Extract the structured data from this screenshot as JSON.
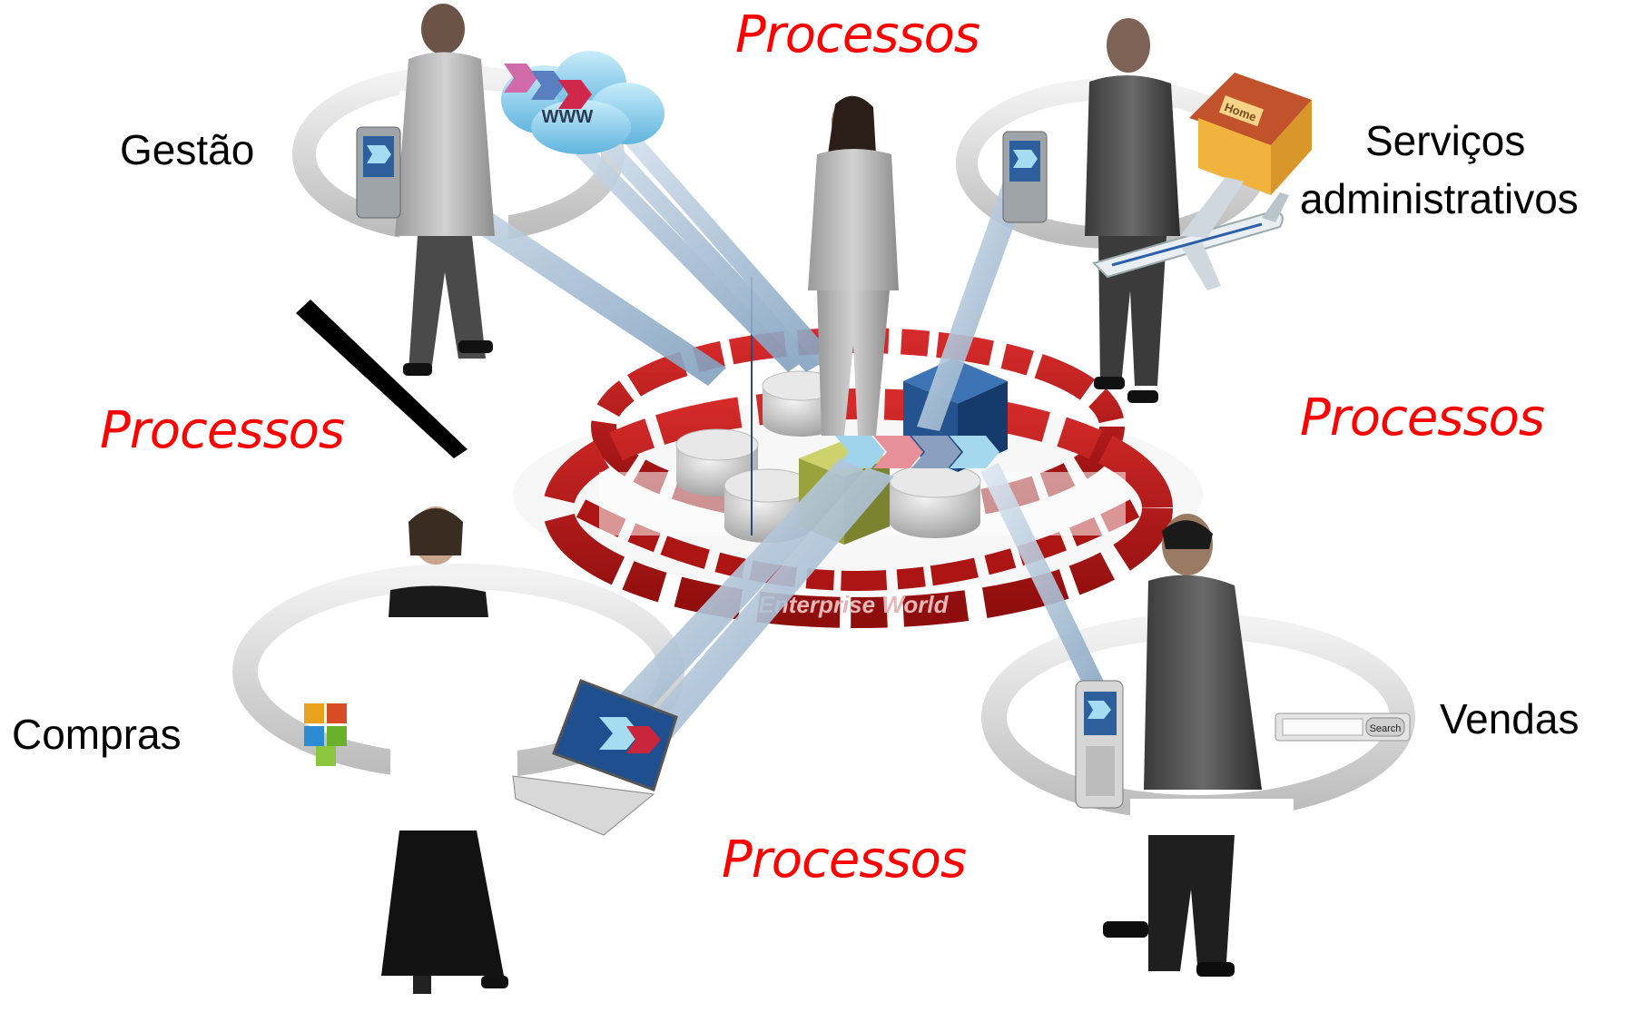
{
  "labels": {
    "gestao": "Gestão",
    "servicos_line1": "Serviços",
    "servicos_line2": "administrativos",
    "compras": "Compras",
    "vendas": "Vendas"
  },
  "process_label": "Processos",
  "hub_text": "Enterprise World",
  "icons": {
    "house_sign": "Home",
    "cloud_text": "WWW",
    "search_button": "Search"
  },
  "colors": {
    "process_text": "#ff0000",
    "hub_red": "#c0161c",
    "beam_blue": "#9db8d3",
    "ring_gray": "#d9d9d9"
  }
}
